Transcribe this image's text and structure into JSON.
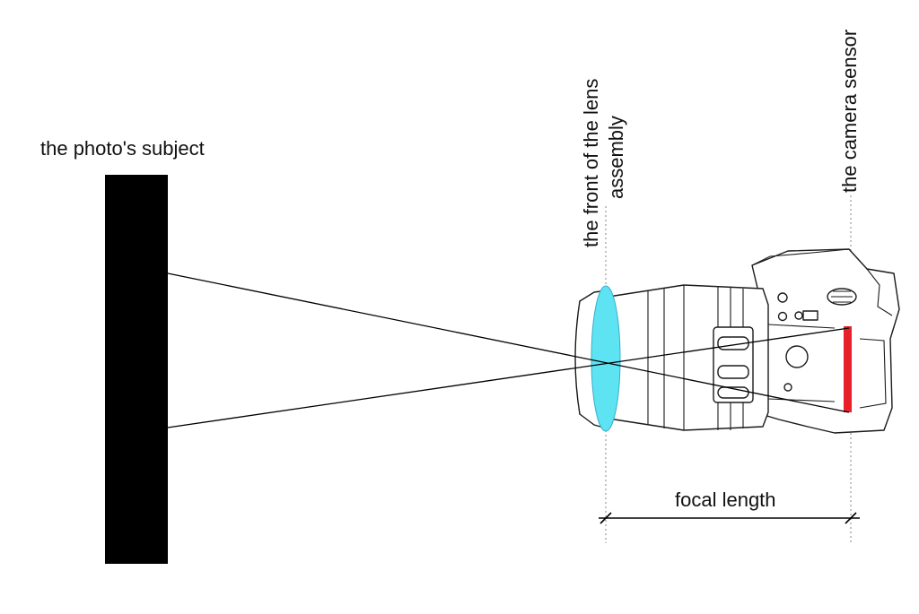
{
  "labels": {
    "subject": "the photo's subject",
    "lens_front_line1": "the front of the lens",
    "lens_front_line2": "assembly",
    "sensor": "the camera sensor",
    "focal_length": "focal length"
  },
  "colors": {
    "subject": "#000000",
    "lens_element": "#5ee3f3",
    "sensor": "#e8202a",
    "rays": "#000000",
    "guides": "#9a9a9a"
  }
}
